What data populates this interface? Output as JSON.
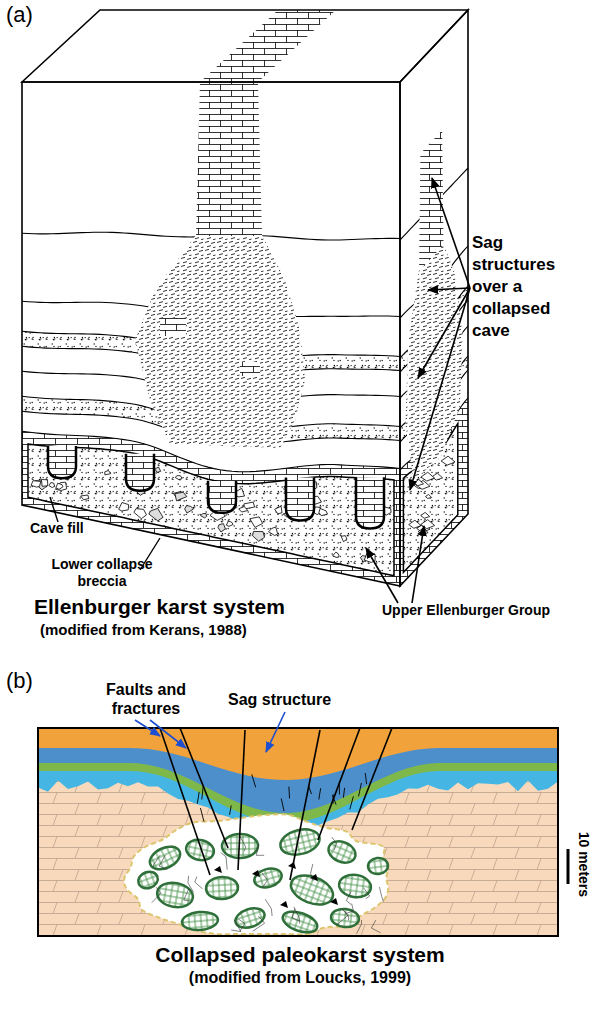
{
  "diagram": {
    "labels": [
      "(a)",
      "Sag structures over a collapsed cave",
      "Cave fill",
      "Lower collapse breccia",
      "Ellenburger karst system",
      "(modified from Kerans, 1988)",
      "Upper Ellenburger Group",
      "(b)",
      "Faults and fractures",
      "Sag structure",
      "10 meters",
      "Collapsed paleokarst system",
      "(modified from Loucks, 1999)"
    ]
  }
}
